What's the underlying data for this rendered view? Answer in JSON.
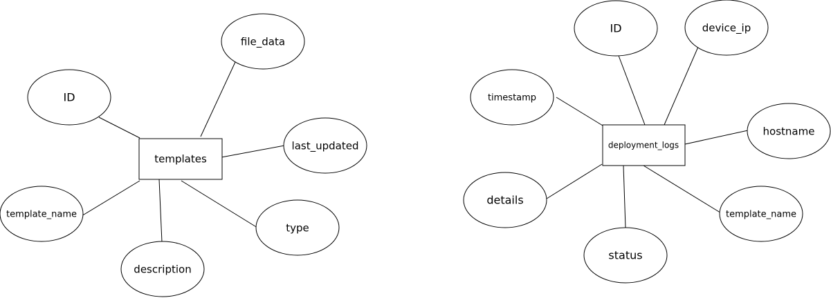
{
  "diagram": {
    "entities": [
      {
        "name": "templates",
        "attributes": [
          "ID",
          "file_data",
          "last_updated",
          "type",
          "description",
          "template_name"
        ]
      },
      {
        "name": "deployment_logs",
        "attributes": [
          "ID",
          "device_ip",
          "timestamp",
          "hostname",
          "details",
          "status",
          "template_name"
        ]
      }
    ]
  }
}
